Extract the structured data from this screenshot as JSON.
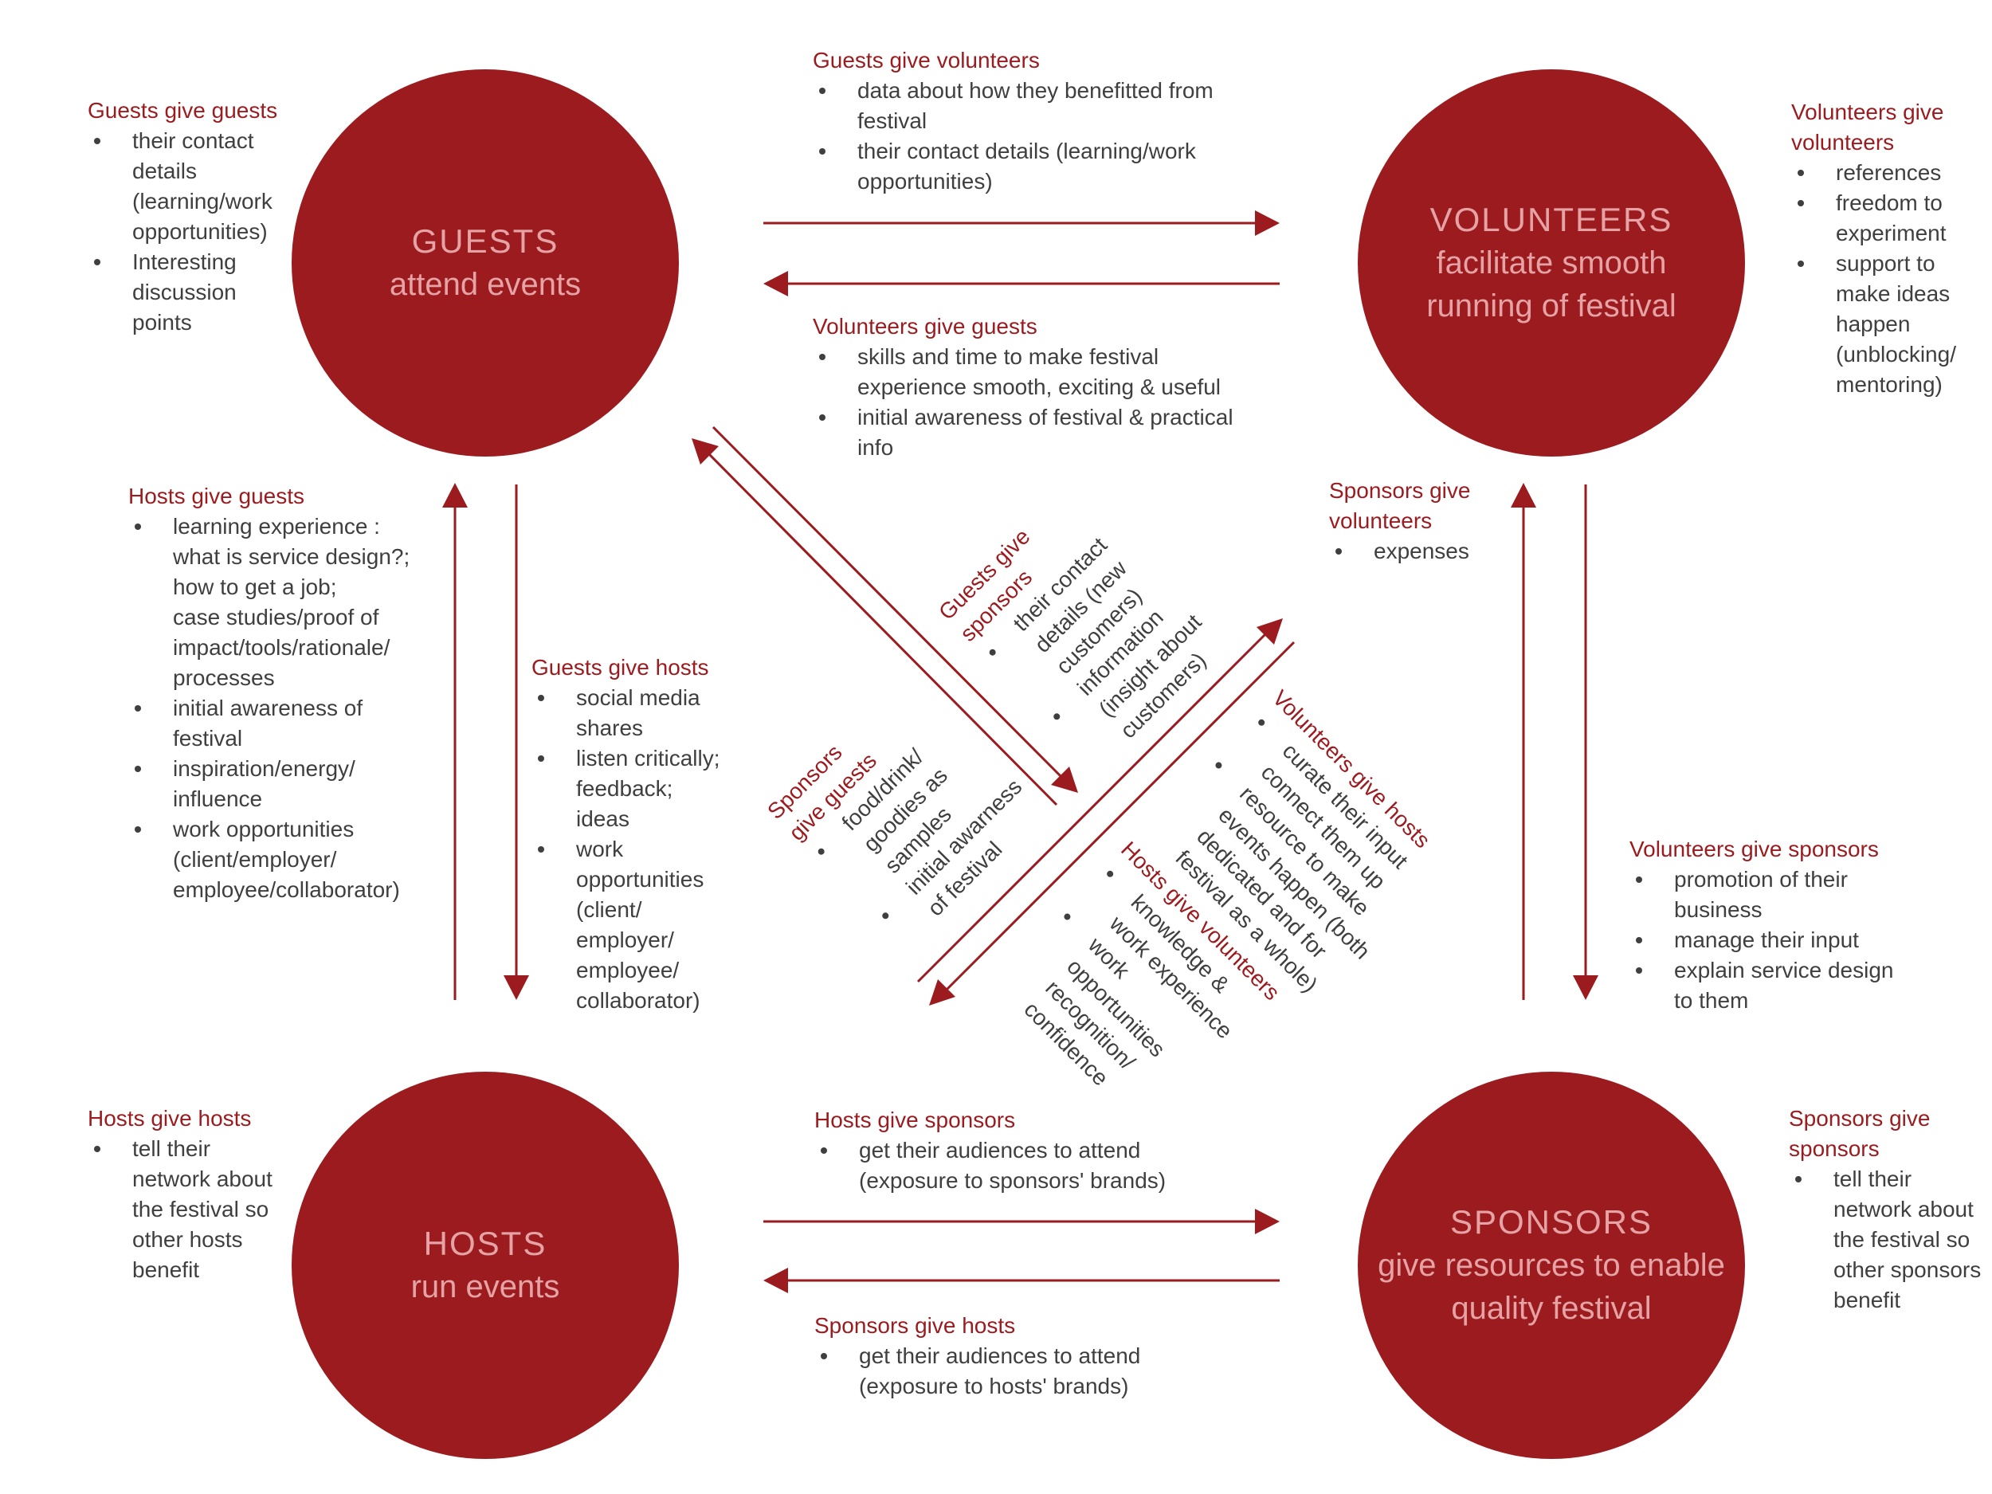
{
  "colors": {
    "accent": "#9b1b1f",
    "circle_text": "#e6a3a5",
    "body_text": "#3f3f3f"
  },
  "nodes": {
    "guests": {
      "title": "GUESTS",
      "subtitle": "attend events"
    },
    "volunteers": {
      "title": "VOLUNTEERS",
      "subtitle_line1": "facilitate smooth",
      "subtitle_line2": "running of festival"
    },
    "hosts": {
      "title": "HOSTS",
      "subtitle": "run events"
    },
    "sponsors": {
      "title": "SPONSORS",
      "subtitle_line1": "give resources to enable",
      "subtitle_line2": "quality festival"
    }
  },
  "exchanges": {
    "guests_to_guests": {
      "heading": "Guests give guests",
      "items": [
        "their contact\ndetails\n(learning/work\nopportunities)",
        "Interesting\ndiscussion\npoints"
      ]
    },
    "guests_to_volunteers": {
      "heading": "Guests give volunteers",
      "items": [
        "data about how they benefitted from\nfestival",
        "their contact details (learning/work\nopportunities)"
      ]
    },
    "volunteers_to_volunteers": {
      "heading": "Volunteers give\nvolunteers",
      "items": [
        "references",
        "freedom to\nexperiment",
        "support to\nmake ideas\nhappen\n(unblocking/\nmentoring)"
      ]
    },
    "volunteers_to_guests": {
      "heading": "Volunteers give guests",
      "items": [
        "skills and time to make festival\nexperience smooth, exciting & useful",
        "initial awareness of festival & practical\ninfo"
      ]
    },
    "hosts_to_guests": {
      "heading": "Hosts give guests",
      "items": [
        "learning experience :\nwhat is service design?;\nhow to get a job;\ncase studies/proof of\nimpact/tools/rationale/\nprocesses",
        "initial awareness of\nfestival",
        "inspiration/energy/\ninfluence",
        "work opportunities\n(client/employer/\nemployee/collaborator)"
      ]
    },
    "guests_to_hosts": {
      "heading": "Guests give hosts",
      "items": [
        "social media\nshares",
        "listen critically;\nfeedback;\nideas",
        "work\nopportunities\n(client/\nemployer/\nemployee/\ncollaborator)"
      ]
    },
    "sponsors_to_volunteers": {
      "heading": "Sponsors give\nvolunteers",
      "items": [
        "expenses"
      ]
    },
    "volunteers_to_sponsors": {
      "heading": "Volunteers give sponsors",
      "items": [
        "promotion of their\nbusiness",
        "manage their input",
        "explain service design\nto them"
      ]
    },
    "guests_to_sponsors": {
      "heading": "Guests give\nsponsors",
      "items": [
        "their contact\ndetails (new\ncustomers)",
        "information\n(insight about\ncustomers)"
      ]
    },
    "sponsors_to_guests": {
      "heading": "Sponsors\ngive guests",
      "items": [
        "food/drink/\ngoodies as\nsamples",
        "initial awarness\nof festival"
      ]
    },
    "volunteers_to_hosts": {
      "heading": "Volunteers give hosts",
      "items": [
        "curate their input\nconnect them up",
        "resource to make\nevents happen (both\ndedicated and for\nfestival as a whole)"
      ]
    },
    "hosts_to_volunteers": {
      "heading": "Hosts give volunteers",
      "items": [
        "knowledge &\nwork experience",
        "work\nopportunities\nrecognition/\nconfidence"
      ]
    },
    "hosts_to_hosts": {
      "heading": "Hosts give hosts",
      "items": [
        "tell their\nnetwork about\nthe festival so\nother hosts\nbenefit"
      ]
    },
    "hosts_to_sponsors": {
      "heading": "Hosts give sponsors",
      "items": [
        "get their audiences to attend\n(exposure to sponsors' brands)"
      ]
    },
    "sponsors_to_sponsors": {
      "heading": "Sponsors give\nsponsors",
      "items": [
        "tell their\nnetwork about\nthe festival so\nother sponsors\nbenefit"
      ]
    },
    "sponsors_to_hosts": {
      "heading": "Sponsors give hosts",
      "items": [
        "get their audiences to attend\n(exposure to hosts' brands)"
      ]
    }
  }
}
